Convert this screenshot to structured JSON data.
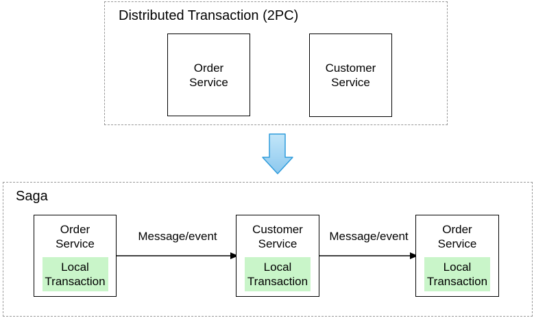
{
  "diagram": {
    "top_section": {
      "title": "Distributed Transaction (2PC)",
      "boxes": [
        {
          "label": "Order Service"
        },
        {
          "label": "Customer Service"
        }
      ]
    },
    "transition": {
      "icon": "down-arrow"
    },
    "bottom_section": {
      "title": "Saga",
      "steps": [
        {
          "service": "Order Service",
          "inner": "Local Transaction"
        },
        {
          "service": "Customer Service",
          "inner": "Local Transaction"
        },
        {
          "service": "Order Service",
          "inner": "Local Transaction"
        }
      ],
      "arrows": [
        {
          "label": "Message/event"
        },
        {
          "label": "Message/event"
        }
      ]
    },
    "colors": {
      "dashed_border": "#979797",
      "box_border": "#000000",
      "local_transaction_fill": "#c9f5c9",
      "transition_arrow_fill_top": "#c2e6f9",
      "transition_arrow_fill_bottom": "#8cc8ee",
      "transition_arrow_stroke": "#2e9bdb",
      "edge_color": "#000000",
      "text_color": "#000000",
      "background": "#ffffff"
    }
  }
}
